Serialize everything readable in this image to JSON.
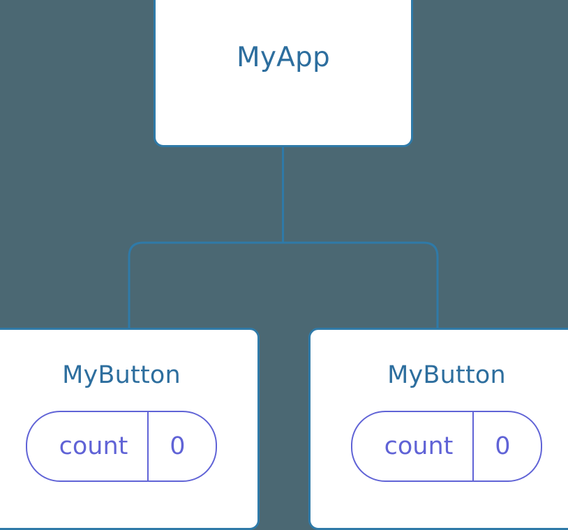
{
  "diagram": {
    "type": "component-tree",
    "background_color": "#4b6873",
    "node_border_color": "#2f7aa8",
    "node_fill_color": "#ffffff",
    "node_title_color": "#2d6e9e",
    "state_accent_color": "#6063d6",
    "edge_color": "#2f7aa8",
    "root": {
      "title": "MyApp"
    },
    "children": [
      {
        "title": "MyButton",
        "state": {
          "key": "count",
          "value": "0"
        }
      },
      {
        "title": "MyButton",
        "state": {
          "key": "count",
          "value": "0"
        }
      }
    ]
  }
}
